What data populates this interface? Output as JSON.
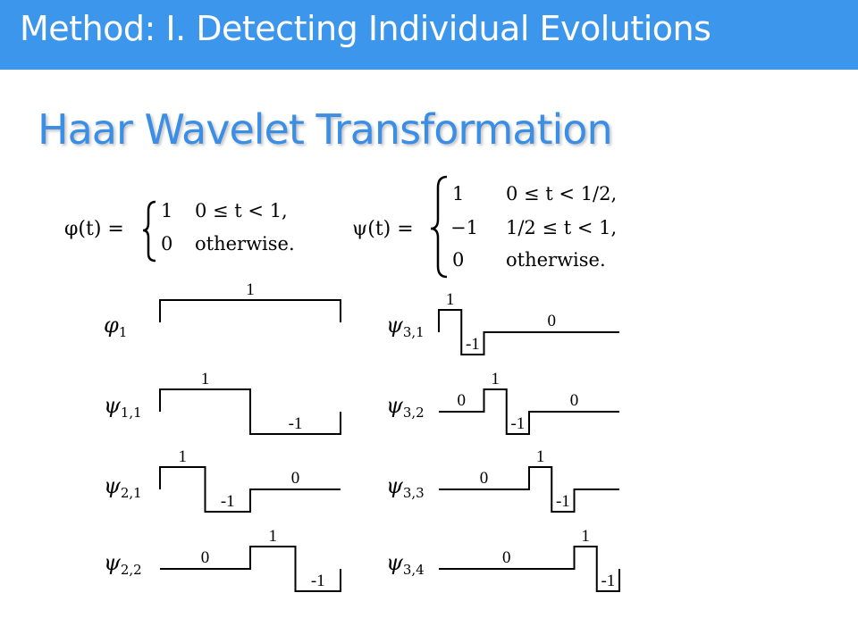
{
  "header": {
    "title": "Method: I. Detecting Individual Evolutions"
  },
  "subtitle": "Haar Wavelet Transformation",
  "formulas": {
    "phi": {
      "lhs": "φ(t) =",
      "cases": [
        {
          "value": "1",
          "condition": "0 ≤ t < 1,"
        },
        {
          "value": "0",
          "condition": "otherwise."
        }
      ]
    },
    "psi": {
      "lhs": "ψ(t) =",
      "cases": [
        {
          "value": "1",
          "condition": "0 ≤ t < 1/2,"
        },
        {
          "value": "−1",
          "condition": "1/2 ≤ t < 1,"
        },
        {
          "value": "0",
          "condition": "otherwise."
        }
      ]
    }
  },
  "waveforms": [
    {
      "sym": "φ",
      "sub": "1",
      "values": [
        1,
        1,
        1,
        1,
        1,
        1,
        1,
        1
      ],
      "labels": [
        "1"
      ]
    },
    {
      "sym": "ψ",
      "sub": "1,1",
      "values": [
        1,
        1,
        1,
        1,
        -1,
        -1,
        -1,
        -1
      ],
      "labels": [
        "1",
        "-1"
      ]
    },
    {
      "sym": "ψ",
      "sub": "2,1",
      "values": [
        1,
        1,
        -1,
        -1,
        0,
        0,
        0,
        0
      ],
      "labels": [
        "1",
        "-1",
        "0"
      ]
    },
    {
      "sym": "ψ",
      "sub": "2,2",
      "values": [
        0,
        0,
        0,
        0,
        1,
        1,
        -1,
        -1
      ],
      "labels": [
        "0",
        "1",
        "-1"
      ]
    },
    {
      "sym": "ψ",
      "sub": "3,1",
      "values": [
        1,
        -1,
        0,
        0,
        0,
        0,
        0,
        0
      ],
      "labels": [
        "1",
        "-1",
        "0"
      ]
    },
    {
      "sym": "ψ",
      "sub": "3,2",
      "values": [
        0,
        0,
        1,
        -1,
        0,
        0,
        0,
        0
      ],
      "labels": [
        "0",
        "1",
        "-1",
        "0"
      ]
    },
    {
      "sym": "ψ",
      "sub": "3,3",
      "values": [
        0,
        0,
        0,
        0,
        1,
        -1,
        0,
        0
      ],
      "labels": [
        "0",
        "1",
        "-1"
      ]
    },
    {
      "sym": "ψ",
      "sub": "3,4",
      "values": [
        0,
        0,
        0,
        0,
        0,
        0,
        1,
        -1
      ],
      "labels": [
        "0",
        "1",
        "-1"
      ]
    }
  ]
}
